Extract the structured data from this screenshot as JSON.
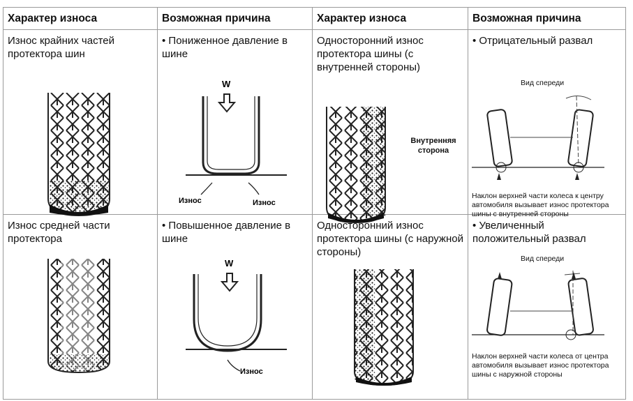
{
  "header": {
    "col1": "Характер износа",
    "col2": "Возможная причина",
    "col3": "Характер износа",
    "col4": "Возможная причина"
  },
  "row1": {
    "wear_left": "Износ крайних частей протектора шин",
    "cause_left": "Пониженное давление в шине",
    "w_label": "W",
    "wear_label_a": "Износ",
    "wear_label_b": "Износ",
    "wear_right": "Односторонний износ протектора шины (с внутренней стороны)",
    "inner_side": "Внутренняя сторона",
    "cause_right": "Отрицательный развал",
    "front_view": "Вид спереди",
    "note": "Наклон верхней части колеса к центру автомобиля вызывает износ протектора шины с внутренней стороны"
  },
  "row2": {
    "wear_left": "Износ средней части протектора",
    "cause_left": "Повышенное давление в шине",
    "w_label": "W",
    "wear_label": "Износ",
    "wear_right": "Односторонний износ протектора шины (с наружной стороны)",
    "cause_right": "Увеличенный положительный развал",
    "front_view": "Вид спереди",
    "note": "Наклон верхней части колеса от центра автомобиля вызывает износ протектора шины с наружной стороны"
  },
  "icons": {
    "tread": "tire-tread-icon",
    "pressure": "tire-profile-icon",
    "camber": "camber-diagram-icon"
  }
}
